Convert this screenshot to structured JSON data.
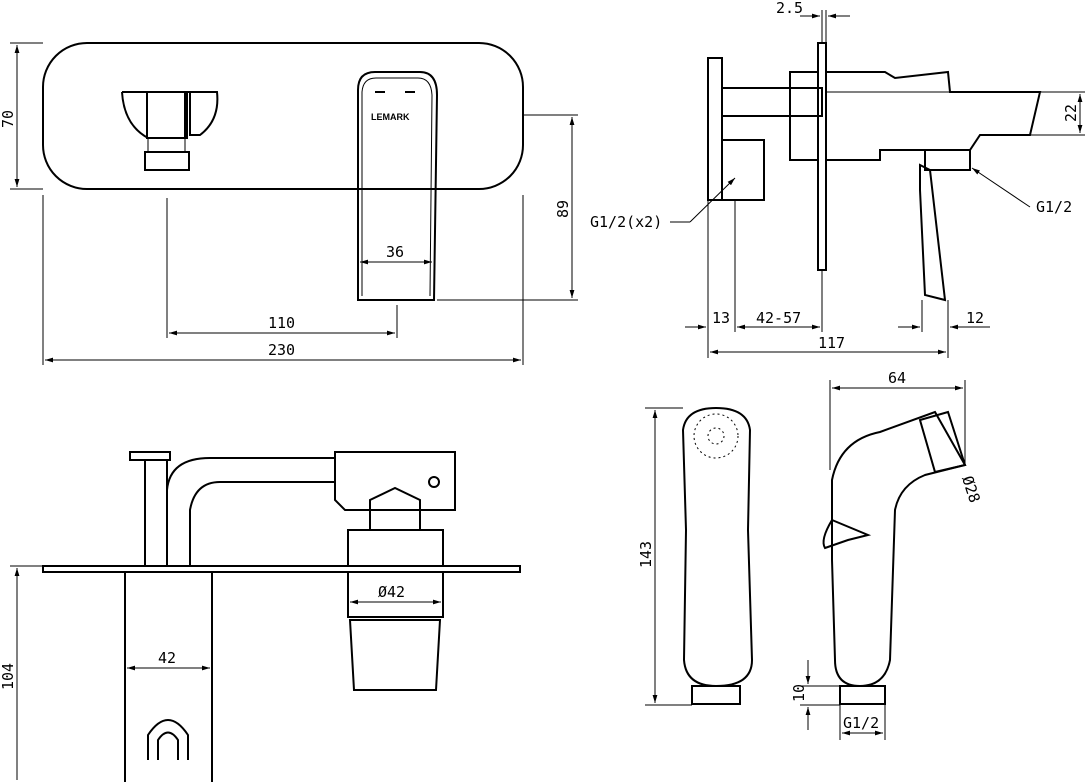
{
  "brand": {
    "logo_text": "LEMARK"
  },
  "front_view": {
    "height_label": "70",
    "spout_drop_label": "89",
    "spout_width_label": "36",
    "spout_offset_label": "110",
    "width_label": "230"
  },
  "side_view": {
    "plate_thickness_label": "2.5",
    "outlet_height_label": "22",
    "inlet_thread_label": "G1/2(x2)",
    "outlet_thread_label": "G1/2",
    "depth_label": "13",
    "wall_range_label": "42-57",
    "total_depth_label": "117",
    "handle_label": "12"
  },
  "top_view": {
    "box_depth_label": "104",
    "box_width_label": "42",
    "cartridge_diameter_label": "Ø42"
  },
  "shower_head": {
    "length_label": "143",
    "width_label": "64",
    "head_diameter_label": "Ø28",
    "thread_length_label": "10",
    "thread_label": "G1/2"
  }
}
